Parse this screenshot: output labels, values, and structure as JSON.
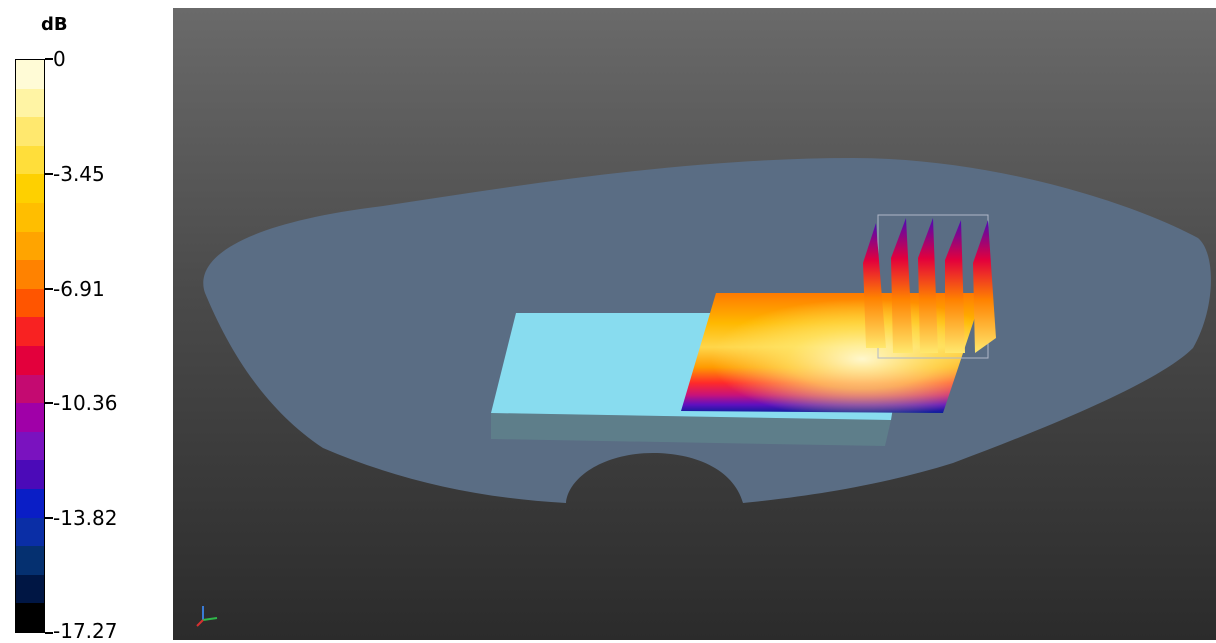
{
  "legend": {
    "unit": "dB",
    "labels": [
      "0",
      "-3.45",
      "-6.91",
      "-10.36",
      "-13.82",
      "-17.27"
    ],
    "colors": [
      "#fffbd6",
      "#fff4a4",
      "#ffe86e",
      "#ffde3a",
      "#fed000",
      "#ffbe00",
      "#ffa400",
      "#ff8200",
      "#ff5500",
      "#f82222",
      "#e3003c",
      "#c40a71",
      "#a000a8",
      "#7a12bf",
      "#4b0ab8",
      "#0a1ec6",
      "#0a2ea6",
      "#053070",
      "#001644",
      "#000000"
    ]
  },
  "viewport": {
    "background_top": "#6a6a6a",
    "background_bottom": "#2b2b2b",
    "dish_color": "#5a6d84",
    "board_color": "#88dcef",
    "board_side_color": "#5e7e8a",
    "axis_triad_icon": "axis-triad-icon"
  }
}
